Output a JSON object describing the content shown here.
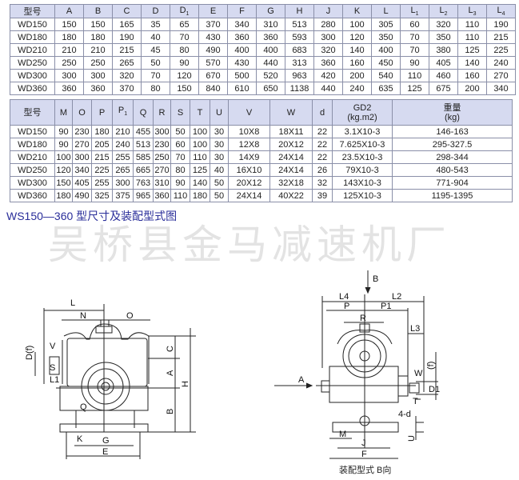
{
  "table1": {
    "headers": [
      "型号",
      "A",
      "B",
      "C",
      "D",
      "D1",
      "E",
      "F",
      "G",
      "H",
      "J",
      "K",
      "L",
      "L1",
      "L2",
      "L3",
      "L4"
    ],
    "rows": [
      [
        "WD150",
        "150",
        "150",
        "165",
        "35",
        "65",
        "370",
        "340",
        "310",
        "513",
        "280",
        "100",
        "305",
        "60",
        "320",
        "110",
        "190"
      ],
      [
        "WD180",
        "180",
        "180",
        "190",
        "40",
        "70",
        "430",
        "360",
        "360",
        "593",
        "300",
        "120",
        "350",
        "70",
        "350",
        "110",
        "215"
      ],
      [
        "WD210",
        "210",
        "210",
        "215",
        "45",
        "80",
        "490",
        "400",
        "400",
        "683",
        "320",
        "140",
        "400",
        "70",
        "380",
        "125",
        "225"
      ],
      [
        "WD250",
        "250",
        "250",
        "265",
        "50",
        "90",
        "570",
        "430",
        "440",
        "313",
        "360",
        "160",
        "450",
        "90",
        "405",
        "140",
        "240"
      ],
      [
        "WD300",
        "300",
        "300",
        "320",
        "70",
        "120",
        "670",
        "500",
        "520",
        "963",
        "420",
        "200",
        "540",
        "110",
        "460",
        "160",
        "270"
      ],
      [
        "WD360",
        "360",
        "360",
        "370",
        "80",
        "150",
        "840",
        "610",
        "650",
        "1138",
        "440",
        "240",
        "635",
        "125",
        "675",
        "200",
        "340"
      ]
    ]
  },
  "table2": {
    "headers": [
      "型号",
      "M",
      "O",
      "P",
      "P1",
      "Q",
      "R",
      "S",
      "T",
      "U",
      "V",
      "W",
      "d",
      "GD2\n(kg.m2)",
      "重量\n(kg)"
    ],
    "rows": [
      [
        "WD150",
        "90",
        "230",
        "180",
        "210",
        "455",
        "300",
        "50",
        "100",
        "30",
        "10X8",
        "18X11",
        "22",
        "3.1X10-3",
        "146-163"
      ],
      [
        "WD180",
        "90",
        "270",
        "205",
        "240",
        "513",
        "230",
        "60",
        "100",
        "30",
        "12X8",
        "20X12",
        "22",
        "7.625X10-3",
        "295-327.5"
      ],
      [
        "WD210",
        "100",
        "300",
        "215",
        "255",
        "585",
        "250",
        "70",
        "110",
        "30",
        "14X9",
        "24X14",
        "22",
        "23.5X10-3",
        "298-344"
      ],
      [
        "WD250",
        "120",
        "340",
        "225",
        "265",
        "665",
        "270",
        "80",
        "125",
        "40",
        "16X10",
        "24X14",
        "26",
        "79X10-3",
        "480-543"
      ],
      [
        "WD300",
        "150",
        "405",
        "255",
        "300",
        "763",
        "310",
        "90",
        "140",
        "50",
        "20X12",
        "32X18",
        "32",
        "143X10-3",
        "771-904"
      ],
      [
        "WD360",
        "180",
        "490",
        "325",
        "375",
        "965",
        "360",
        "110",
        "180",
        "50",
        "24X14",
        "40X22",
        "39",
        "125X10-3",
        "1195-1395"
      ]
    ]
  },
  "section_title": "WS150—360 型尺寸及装配型式图",
  "watermark": "吴桥县金马减速机厂",
  "left_labels": {
    "L": "L",
    "N": "N",
    "O": "O",
    "V": "V",
    "Df": "D(f)",
    "S": "S",
    "L1": "L1",
    "C": "C",
    "A": "A",
    "H": "H",
    "B": "B",
    "Q": "Q",
    "K": "K",
    "G": "G",
    "E": "E"
  },
  "right_labels": {
    "B": "B",
    "L4": "L4",
    "L2": "L2",
    "P": "P",
    "P1": "P1",
    "R": "R",
    "L3": "L3",
    "f": "(f)",
    "W": "W",
    "A": "A",
    "D1": "D1",
    "T": "T",
    "d": "4-d",
    "M": "M",
    "U": "U",
    "J": "J",
    "F": "F"
  },
  "caption": "装配型式 B向"
}
